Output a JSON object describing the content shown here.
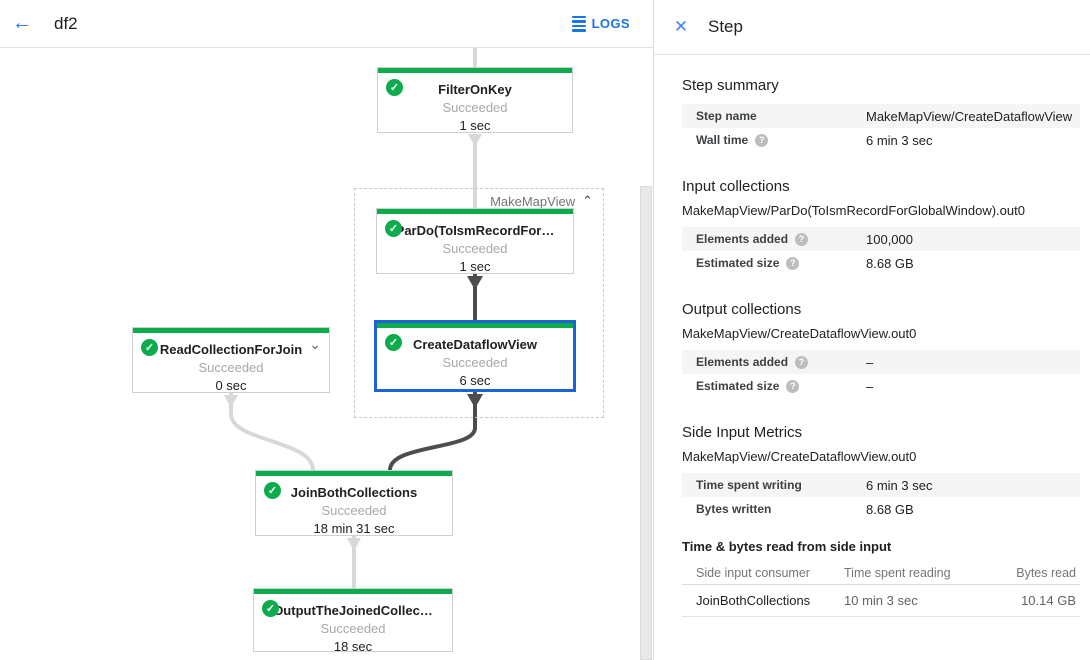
{
  "topbar": {
    "title": "df2",
    "logs_label": "LOGS"
  },
  "icons": {
    "back_glyph": "←",
    "close_glyph": "✕",
    "check_glyph": "✓",
    "help_glyph": "?",
    "collapse_glyph": "⌃",
    "expand_glyph": "⌄"
  },
  "colors": {
    "accent_blue": "#1a73e8",
    "success_green": "#0cac4c",
    "selection_blue": "#1a64d6",
    "edge_light": "#d8d8d8",
    "edge_dark": "#4d4d4d",
    "row_shade": "#f5f5f5"
  },
  "graph": {
    "group_label": "MakeMapView",
    "nodes": [
      {
        "title": "FilterOnKey",
        "status": "Succeeded",
        "time": "1 sec"
      },
      {
        "title": "ParDo(ToIsmRecordFor…",
        "status": "Succeeded",
        "time": "1 sec"
      },
      {
        "title": "CreateDataflowView",
        "status": "Succeeded",
        "time": "6 sec",
        "selected": true
      },
      {
        "title": "ReadCollectionForJoin",
        "status": "Succeeded",
        "time": "0 sec",
        "expandable": true
      },
      {
        "title": "JoinBothCollections",
        "status": "Succeeded",
        "time": "18 min 31 sec"
      },
      {
        "title": "OutputTheJoinedCollec…",
        "status": "Succeeded",
        "time": "18 sec"
      }
    ]
  },
  "panel": {
    "title": "Step",
    "summary": {
      "heading": "Step summary",
      "rows": [
        {
          "label": "Step name",
          "value": "MakeMapView/CreateDataflowView"
        },
        {
          "label": "Wall time",
          "value": "6 min 3 sec",
          "help": true
        }
      ]
    },
    "input": {
      "heading": "Input collections",
      "collection": "MakeMapView/ParDo(ToIsmRecordForGlobalWindow).out0",
      "rows": [
        {
          "label": "Elements added",
          "value": "100,000",
          "help": true
        },
        {
          "label": "Estimated size",
          "value": "8.68 GB",
          "help": true
        }
      ]
    },
    "output": {
      "heading": "Output collections",
      "collection": "MakeMapView/CreateDataflowView.out0",
      "rows": [
        {
          "label": "Elements added",
          "value": "–",
          "help": true
        },
        {
          "label": "Estimated size",
          "value": "–",
          "help": true
        }
      ]
    },
    "side_input": {
      "heading": "Side Input Metrics",
      "collection": "MakeMapView/CreateDataflowView.out0",
      "rows": [
        {
          "label": "Time spent writing",
          "value": "6 min 3 sec"
        },
        {
          "label": "Bytes written",
          "value": "8.68 GB"
        }
      ]
    },
    "side_input_table": {
      "heading": "Time & bytes read from side input",
      "columns": [
        "Side input consumer",
        "Time spent reading",
        "Bytes read"
      ],
      "rows": [
        {
          "consumer": "JoinBothCollections",
          "time": "10 min 3 sec",
          "bytes": "10.14 GB"
        }
      ]
    }
  }
}
